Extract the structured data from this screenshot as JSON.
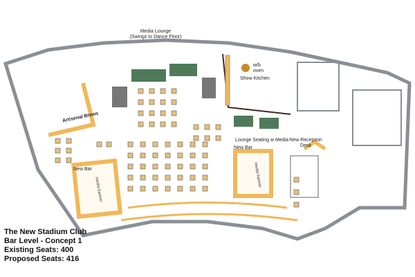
{
  "labels": {
    "media_lounge": "Media Lounge",
    "media_lounge_sub": "(Swings to Dance Floor)",
    "wb_oven": "w/b",
    "wb_oven2": "oven",
    "show_kitchen": "Show Kitchen",
    "artisenal_brews": "Artisenal Brews",
    "lounge_seating": "Lounge Seating w Media",
    "new_bar_right": "New Bar",
    "new_reception": "New Reception",
    "new_reception2": "Desk",
    "new_bar_left": "New Bar",
    "media_banner_left": "media banner",
    "media_banner_right": "media banner"
  },
  "title_block": {
    "line1": "The New Stadium Club",
    "line2": "Bar Level - Concept 1",
    "line3": "Existing Seats: 400",
    "line4": "Proposed Seats: 416"
  },
  "colors": {
    "wall": "#8a8f96",
    "bar": "#f0b85a",
    "table": "#e6c07a",
    "lounge": "#4f7a5a"
  }
}
